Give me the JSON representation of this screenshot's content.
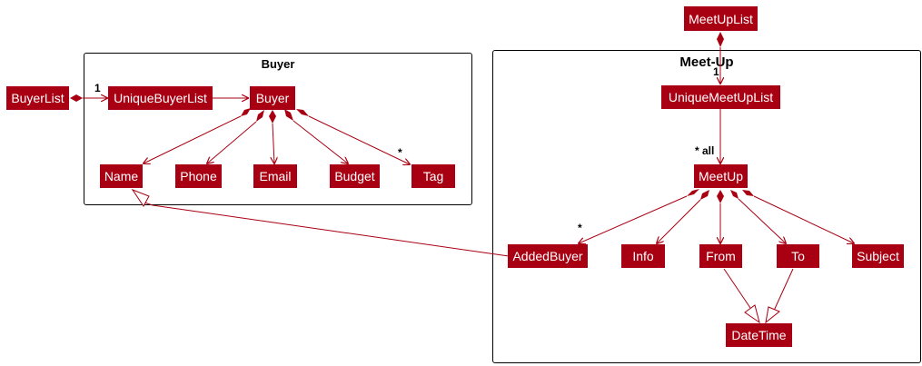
{
  "packages": {
    "buyer": "Buyer",
    "meetup": "Meet-Up"
  },
  "classes": {
    "buyer_list": "BuyerList",
    "unique_buyer_list": "UniqueBuyerList",
    "buyer": "Buyer",
    "name": "Name",
    "phone": "Phone",
    "email": "Email",
    "budget": "Budget",
    "tag": "Tag",
    "meetup_list": "MeetUpList",
    "unique_meetup_list": "UniqueMeetUpList",
    "meetup": "MeetUp",
    "added_buyer": "AddedBuyer",
    "info": "Info",
    "from": "From",
    "to": "To",
    "subject": "Subject",
    "date_time": "DateTime"
  },
  "multiplicities": {
    "buyer_list_to_unique": "1",
    "tag": "*",
    "meetup_list_to_unique": "1",
    "unique_to_meetup": "* all",
    "added_buyer": "*"
  },
  "colors": {
    "class_fill": "#a80012",
    "edge": "#a80012",
    "package_border": "#000000"
  }
}
